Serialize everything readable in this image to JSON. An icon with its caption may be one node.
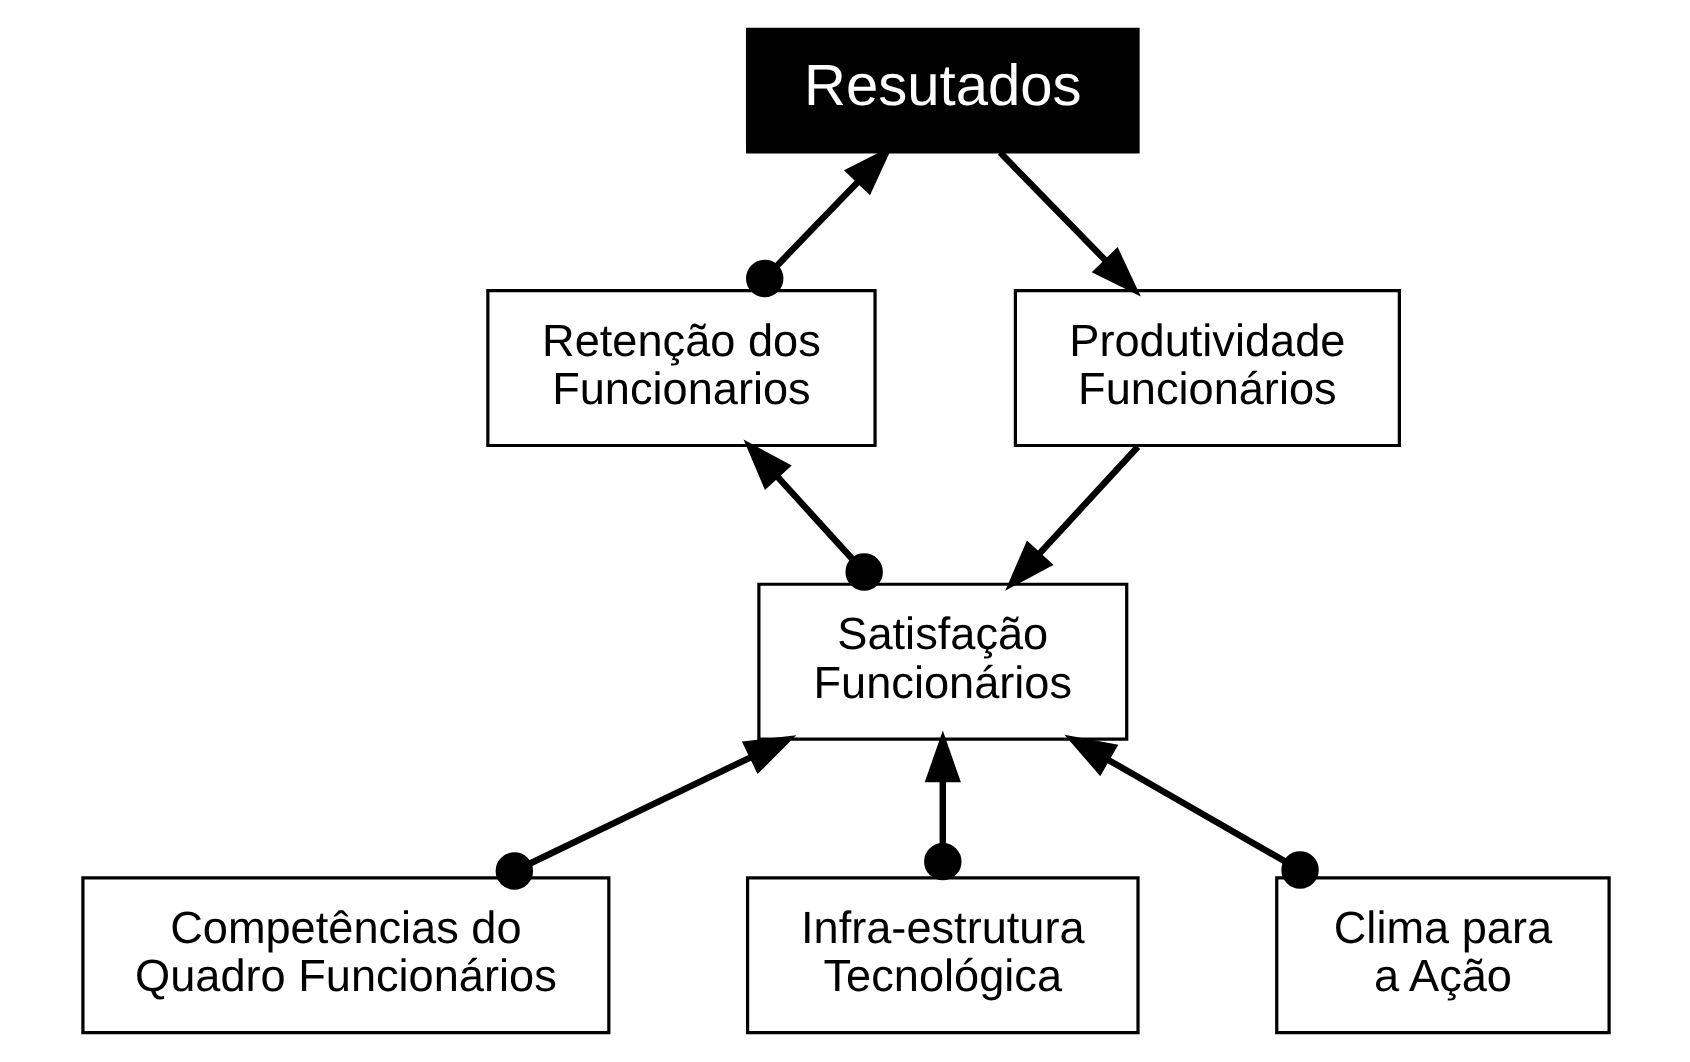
{
  "diagram": {
    "nodes": [
      {
        "text": [
          "Resutados"
        ]
      },
      {
        "text": [
          "Retenção dos Funcionarios"
        ]
      },
      {
        "text": [
          "Produtividade Funcionários"
        ]
      },
      {
        "text": [
          "Satisfação Funcionários"
        ]
      },
      {
        "text": [
          "Competências do Quadro Funcionários"
        ]
      },
      {
        "text": [
          "Infra-estrutura Tecnológica"
        ]
      },
      {
        "text": [
          "Clima para a Ação"
        ]
      }
    ],
    "edges": [
      {
        "from": 1,
        "to": 0,
        "arrow": "to"
      },
      {
        "from": 0,
        "to": 2,
        "arrow": "to"
      },
      {
        "from": 2,
        "to": 3,
        "arrow": "to"
      },
      {
        "from": 3,
        "to": 1,
        "arrow": "to"
      },
      {
        "from": 4,
        "to": 3,
        "arrow": "to"
      },
      {
        "from": 5,
        "to": 3,
        "arrow": "to"
      },
      {
        "from": 6,
        "to": 3,
        "arrow": "to"
      }
    ]
  }
}
